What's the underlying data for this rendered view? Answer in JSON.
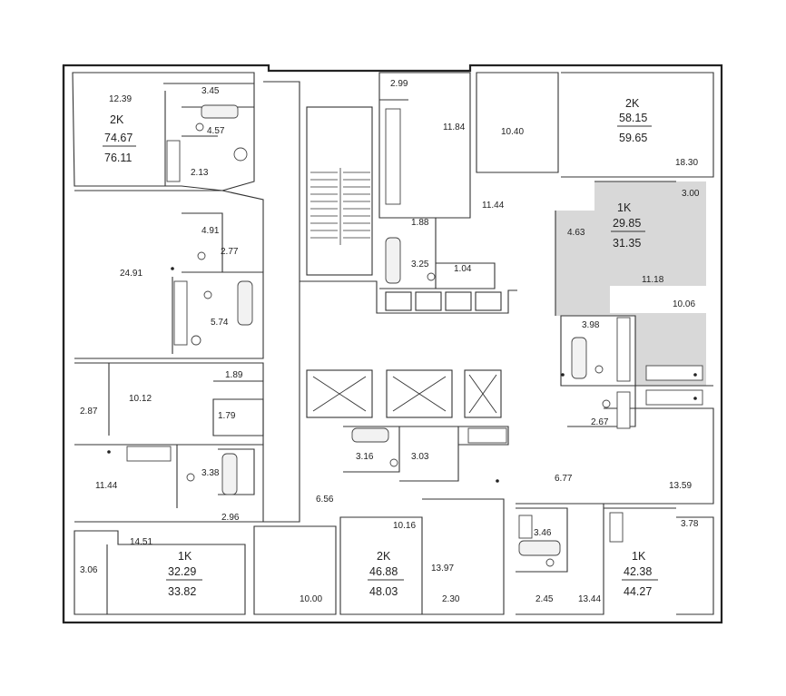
{
  "rooms": [
    "12.39",
    "3.45",
    "4.57",
    "2.13",
    "24.91",
    "4.91",
    "2.77",
    "5.74",
    "1.89",
    "10.12",
    "2.87",
    "1.79",
    "11.44",
    "3.38",
    "2.96",
    "14.51",
    "3.06",
    "10.00",
    "6.56",
    "3.16",
    "3.03",
    "10.16",
    "2.99",
    "11.84",
    "10.40",
    "11.44",
    "1.88",
    "3.25",
    "1.04",
    "4.63",
    "3.00",
    "11.18",
    "10.06",
    "3.98",
    "2.67",
    "6.77",
    "13.59",
    "13.97",
    "2.30",
    "3.46",
    "2.45",
    "13.44",
    "3.78",
    "18.30"
  ],
  "apartments": [
    {
      "type": "2K",
      "area_living": "74.67",
      "area_total": "76.11"
    },
    {
      "type": "2K",
      "area_living": "58.15",
      "area_total": "59.65"
    },
    {
      "type": "1K",
      "area_living": "29.85",
      "area_total": "31.35",
      "highlighted": true
    },
    {
      "type": "1K",
      "area_living": "32.29",
      "area_total": "33.82"
    },
    {
      "type": "2K",
      "area_living": "46.88",
      "area_total": "48.03"
    },
    {
      "type": "1K",
      "area_living": "42.38",
      "area_total": "44.27"
    }
  ],
  "colors": {
    "walls": "#222222",
    "highlight": "#d8d8d8",
    "background": "#ffffff"
  }
}
